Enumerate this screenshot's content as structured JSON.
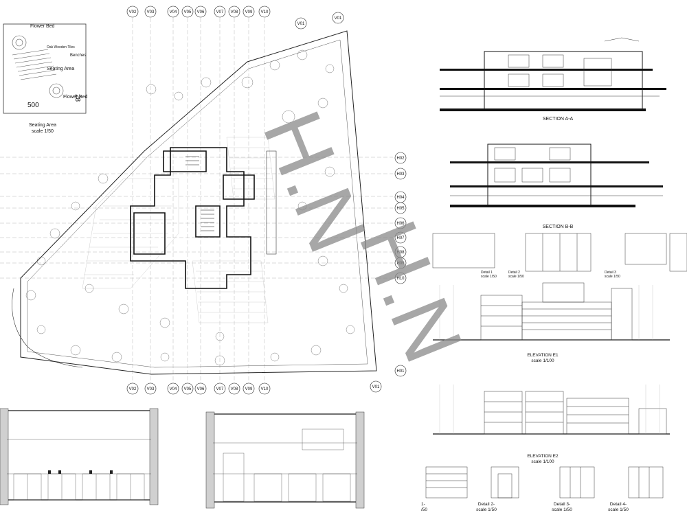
{
  "seating_area": {
    "flower_bed_top": "Flower Bed",
    "oak_tiles": "Oak Wooden Tiles",
    "benches": "Benches",
    "seating_area": "Seating Area",
    "flower_bed_bottom": "Flower Bed",
    "dim_horizontal": "500",
    "dim_vertical": "28",
    "title": "Seating Area",
    "scale": "scale 1/50"
  },
  "site_plan": {
    "grid_top": [
      "V02",
      "V03",
      "V04",
      "V05",
      "V06",
      "V07",
      "V08",
      "V09",
      "V10"
    ],
    "grid_bottom": [
      "V02",
      "V03",
      "V04",
      "V05",
      "V06",
      "V07",
      "V08",
      "V09",
      "V10"
    ],
    "grid_right": [
      "H02",
      "H03",
      "H04",
      "H05",
      "H06",
      "H07",
      "H08",
      "H09",
      "H10"
    ],
    "corner_v01_top": "V01",
    "corner_v01_right": "V01",
    "corner_v01_bottom": "V01",
    "corner_h01": "H01"
  },
  "sections": {
    "a_title": "SECTION A-A",
    "b_title": "SECTION B-B"
  },
  "details": {
    "detail1": "Detail 1",
    "detail1_scale": "scale 1/50",
    "detail2": "Detail 2",
    "detail2_scale": "scale 1/50",
    "detail3": "Detail 3",
    "detail3_scale": "scale 1/50"
  },
  "elevations": {
    "e1_title": "ELEVATION E1",
    "e1_scale": "scale 1/100",
    "e2_title": "ELEVATION E2",
    "e2_scale": "scale 1/100"
  },
  "bottom_details": {
    "d1": "1-",
    "d1_scale": "/50",
    "d2": "Detail 2-",
    "d2_scale": "scale 1/50",
    "d3": "Detail 3-",
    "d3_scale": "scale 1/50",
    "d4": "Detail 4-",
    "d4_scale": "scale 1/50"
  },
  "watermark": {
    "line1": "H.N",
    "line2": "H.N"
  }
}
